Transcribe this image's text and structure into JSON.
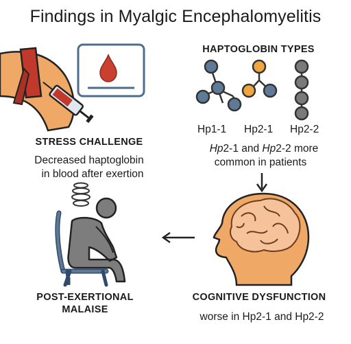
{
  "title": "Findings in Myalgic Encephalomyelitis",
  "stress": {
    "heading": "STRESS CHALLENGE",
    "line1": "Decreased haptoglobin",
    "line2": "in blood after exertion"
  },
  "haptoglobin": {
    "heading": "HAPTOGLOBIN TYPES",
    "types": [
      "Hp1-1",
      "Hp2-1",
      "Hp2-2"
    ],
    "note_italic_1": "Hp",
    "note_part_1": "2-1 and ",
    "note_italic_2": "Hp",
    "note_part_2": "2-2 more",
    "note_line2": "common in patients"
  },
  "cognitive": {
    "heading": "COGNITIVE DYSFUNCTION",
    "text": "worse in Hp2-1 and Hp2-2"
  },
  "pem": {
    "heading_line1": "POST-EXERTIONAL",
    "heading_line2": "MALAISE"
  },
  "colors": {
    "blue_node": "#5e7a96",
    "orange_node": "#f0a640",
    "gray_node": "#7a7a7a",
    "skin": "#f0a866",
    "blood": "#c0392b",
    "brain": "#f5c29a"
  }
}
